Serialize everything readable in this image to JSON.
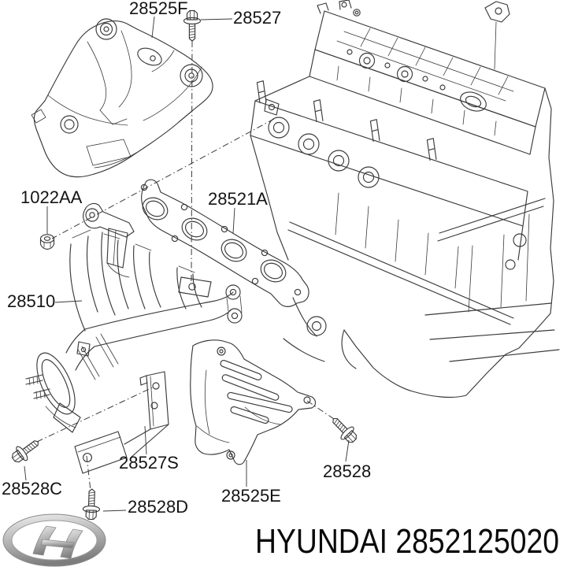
{
  "colors": {
    "background": "#ffffff",
    "line_art": "#3a3a3a",
    "label_text": "#141414",
    "logo_silver_light": "#ececec",
    "logo_silver_dark": "#7d7d7d"
  },
  "labels": [
    "28525F",
    "28527",
    "1022AA",
    "28521A",
    "28510",
    "28527S",
    "28528C",
    "28528D",
    "28525E",
    "28528"
  ],
  "footer": {
    "text": "HYUNDAI 2852125020"
  },
  "icons": {
    "logo": "hyundai-logo"
  }
}
